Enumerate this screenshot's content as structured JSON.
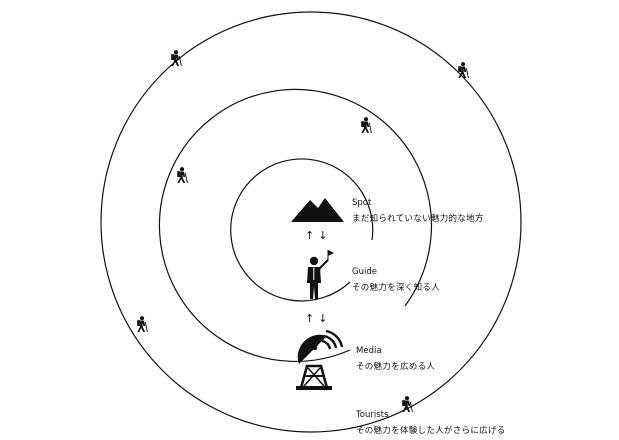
{
  "diagram": {
    "layers": [
      {
        "id": "spot",
        "title": "Spot",
        "desc": "まだ知られていない魅力的な地方"
      },
      {
        "id": "guide",
        "title": "Guide",
        "desc": "その魅力を深く知る人"
      },
      {
        "id": "media",
        "title": "Media",
        "desc": "その魅力を広める人"
      },
      {
        "id": "tourists",
        "title": "Tourists",
        "desc": "その魅力を体験した人がさらに広げる"
      }
    ],
    "arrows": {
      "spot_guide": "↑↓",
      "guide_media": "↑↓"
    },
    "icons": {
      "spot": "mountain-icon",
      "guide": "guide-person-flag-icon",
      "media": "satellite-dish-icon",
      "tourist": "hiker-icon"
    },
    "colors": {
      "line": "#111111",
      "icon": "#111111",
      "background": "#ffffff"
    }
  }
}
